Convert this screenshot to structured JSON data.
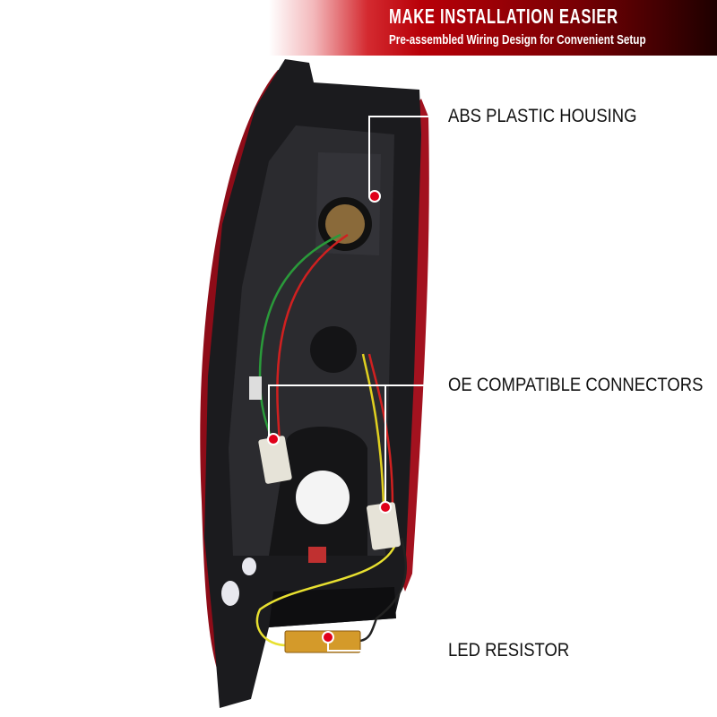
{
  "banner": {
    "title": "MAKE INSTALLATION EASIER",
    "subtitle": "Pre-assembled Wiring Design for Convenient Setup"
  },
  "callouts": [
    {
      "label": "ABS PLASTIC HOUSING"
    },
    {
      "label": "OE COMPATIBLE CONNECTORS"
    },
    {
      "label": "LED RESISTOR"
    }
  ],
  "colors": {
    "accent": "#c00008",
    "dot": "#e0001a",
    "line": "#ffffff"
  }
}
